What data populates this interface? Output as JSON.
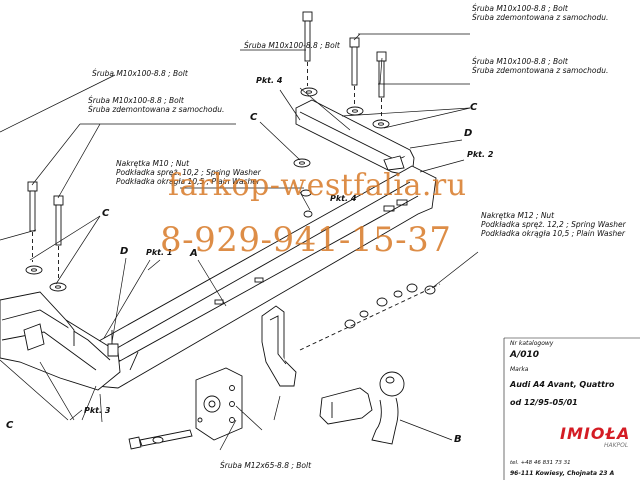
{
  "labels": {
    "bolt_top_left": "Śruba M10x100-8.8 ;  Bolt",
    "bolt_mid_left_1": "Śruba M10x100-8.8 ;  Bolt",
    "bolt_mid_left_2a": "Śruba M10x100-8.8 ;  Bolt",
    "bolt_mid_left_2b": "Śruba zdemontowana z samochodu.",
    "bolt_top_right_a": "Śruba M10x100-8.8 ;  Bolt",
    "bolt_top_right_b": "Śruba zdemontowana z samochodu.",
    "bolt_right_a": "Śruba M10x100-8.8 ;  Bolt",
    "bolt_right_b": "Śruba zdemontowana z samochodu.",
    "nut_m10": "Nakrętka  M10 ; Nut",
    "washer_spring_10": "Podkładka spręż. 10,2 ; Spring Washer",
    "washer_plain_10": "Podkładka okrągła 10,5 ; Plain Washer",
    "nut_m12": "Nakrętka  M12 ; Nut",
    "washer_spring_12": "Podkładka spręż. 12,2 ; Spring Washer",
    "washer_plain_12": "Podkładka okrągła 10,5 ; Plain Washer",
    "bolt_m12": "Śruba M12x65-8.8 ;  Bolt"
  },
  "letters": {
    "c_top_right": "C",
    "c_upper_left": "C",
    "c_left": "C",
    "c_bottom_left": "C",
    "d_right": "D",
    "d_left": "D",
    "a_center": "A",
    "b_bottom": "B"
  },
  "points": {
    "pkt4_top": "Pkt. 4",
    "pkt4_mid": "Pkt. 4",
    "pkt2": "Pkt. 2",
    "pkt1": "Pkt. 1",
    "pkt3": "Pkt. 3"
  },
  "watermark": {
    "site": "farkop-westfalia.ru",
    "phone": "8-929-941-15-37"
  },
  "info": {
    "catalog_label": "Nr katalogowy",
    "catalog_number": "A/010",
    "brand_label": "Marka",
    "model": "Audi A4 Avant, Quattro",
    "date_range": "od 12/95-05/01",
    "logo_text": "IMIOŁA",
    "logo_sub": "HAKPOL",
    "phone": "tel. +48 46 831 73 31",
    "address": "96-111 Kowiesy, Chojnata 23 A"
  },
  "colors": {
    "watermark": "#d87a27",
    "logo": "#d41c24",
    "line": "#111111"
  }
}
